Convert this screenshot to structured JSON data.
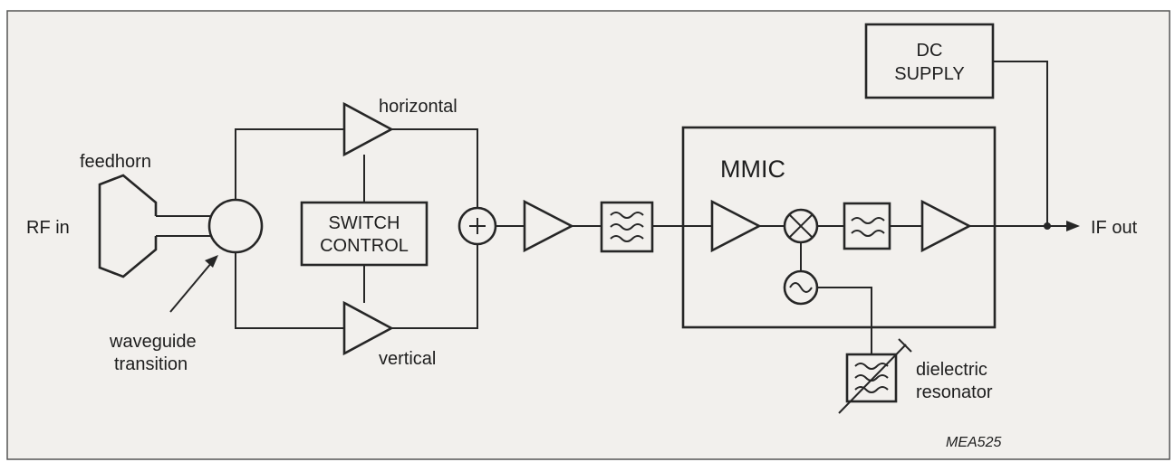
{
  "labels": {
    "rf_in": "RF in",
    "feedhorn": "feedhorn",
    "waveguide_line1": "waveguide",
    "waveguide_line2": "transition",
    "horizontal": "horizontal",
    "vertical": "vertical",
    "switch_line1": "SWITCH",
    "switch_line2": "CONTROL",
    "mmic": "MMIC",
    "dc_line1": "DC",
    "dc_line2": "SUPPLY",
    "if_out": "IF out",
    "dielectric_line1": "dielectric",
    "dielectric_line2": "resonator",
    "figure_code": "MEA525"
  },
  "colors": {
    "panel_background": "#f2f0ed",
    "line": "#262626",
    "text": "#1e1e1e"
  }
}
